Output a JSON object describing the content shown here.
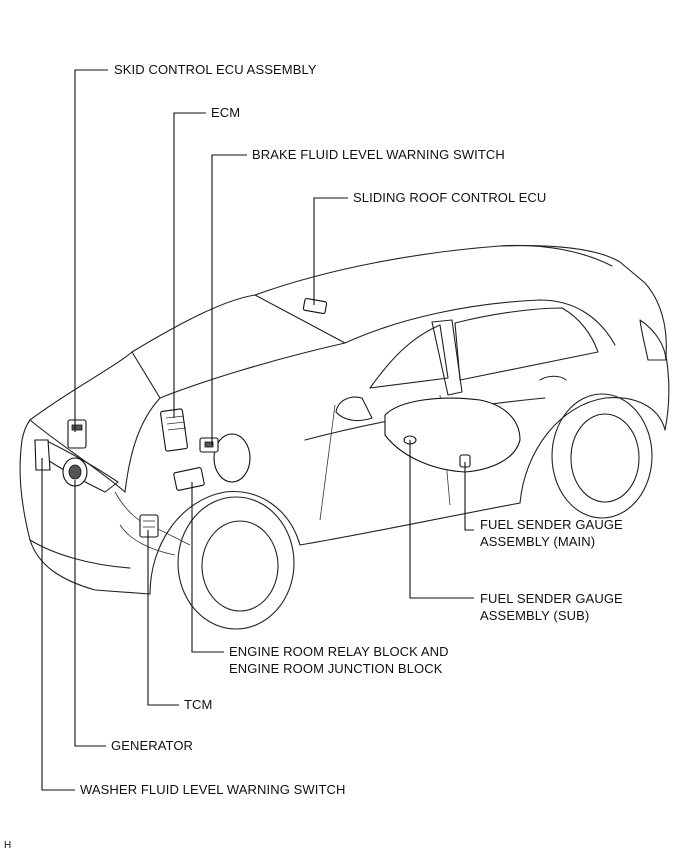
{
  "labels": {
    "skid_control_ecu": "SKID CONTROL ECU ASSEMBLY",
    "ecm": "ECM",
    "brake_fluid_switch": "BRAKE FLUID LEVEL WARNING SWITCH",
    "sliding_roof_ecu": "SLIDING ROOF CONTROL ECU",
    "fuel_sender_main_1": "FUEL SENDER GAUGE",
    "fuel_sender_main_2": "ASSEMBLY (MAIN)",
    "fuel_sender_sub_1": "FUEL SENDER GAUGE",
    "fuel_sender_sub_2": "ASSEMBLY (SUB)",
    "relay_block_1": "ENGINE ROOM RELAY BLOCK AND",
    "relay_block_2": "ENGINE ROOM JUNCTION BLOCK",
    "tcm": "TCM",
    "generator": "GENERATOR",
    "washer_switch": "WASHER FLUID LEVEL WARNING SWITCH"
  },
  "footer": {
    "code": "H"
  }
}
